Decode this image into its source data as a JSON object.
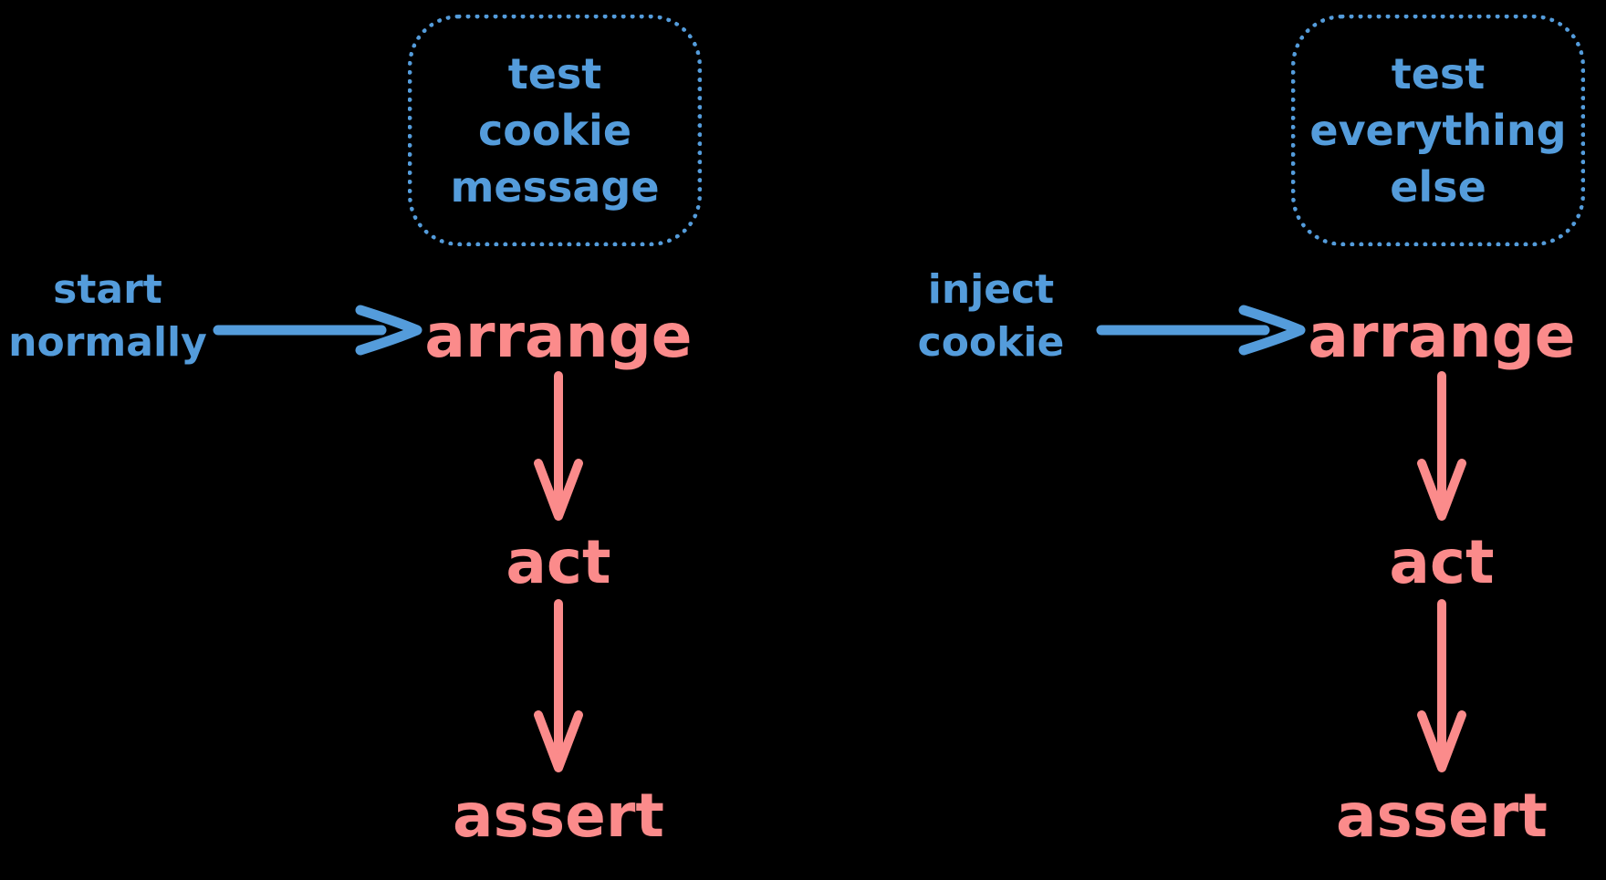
{
  "colors": {
    "background": "#000000",
    "blue": "#549cdb",
    "red": "#fb8b8b"
  },
  "diagrams": [
    {
      "name": "start-normally-flow",
      "annotation": {
        "lines": [
          "test",
          "cookie",
          "message"
        ]
      },
      "entry": {
        "lines": [
          "start",
          "normally"
        ]
      },
      "steps": {
        "arrange": "arrange",
        "act": "act",
        "assert": "assert"
      }
    },
    {
      "name": "inject-cookie-flow",
      "annotation": {
        "lines": [
          "test",
          "everything",
          "else"
        ]
      },
      "entry": {
        "lines": [
          "inject",
          "cookie"
        ]
      },
      "steps": {
        "arrange": "arrange",
        "act": "act",
        "assert": "assert"
      }
    }
  ]
}
